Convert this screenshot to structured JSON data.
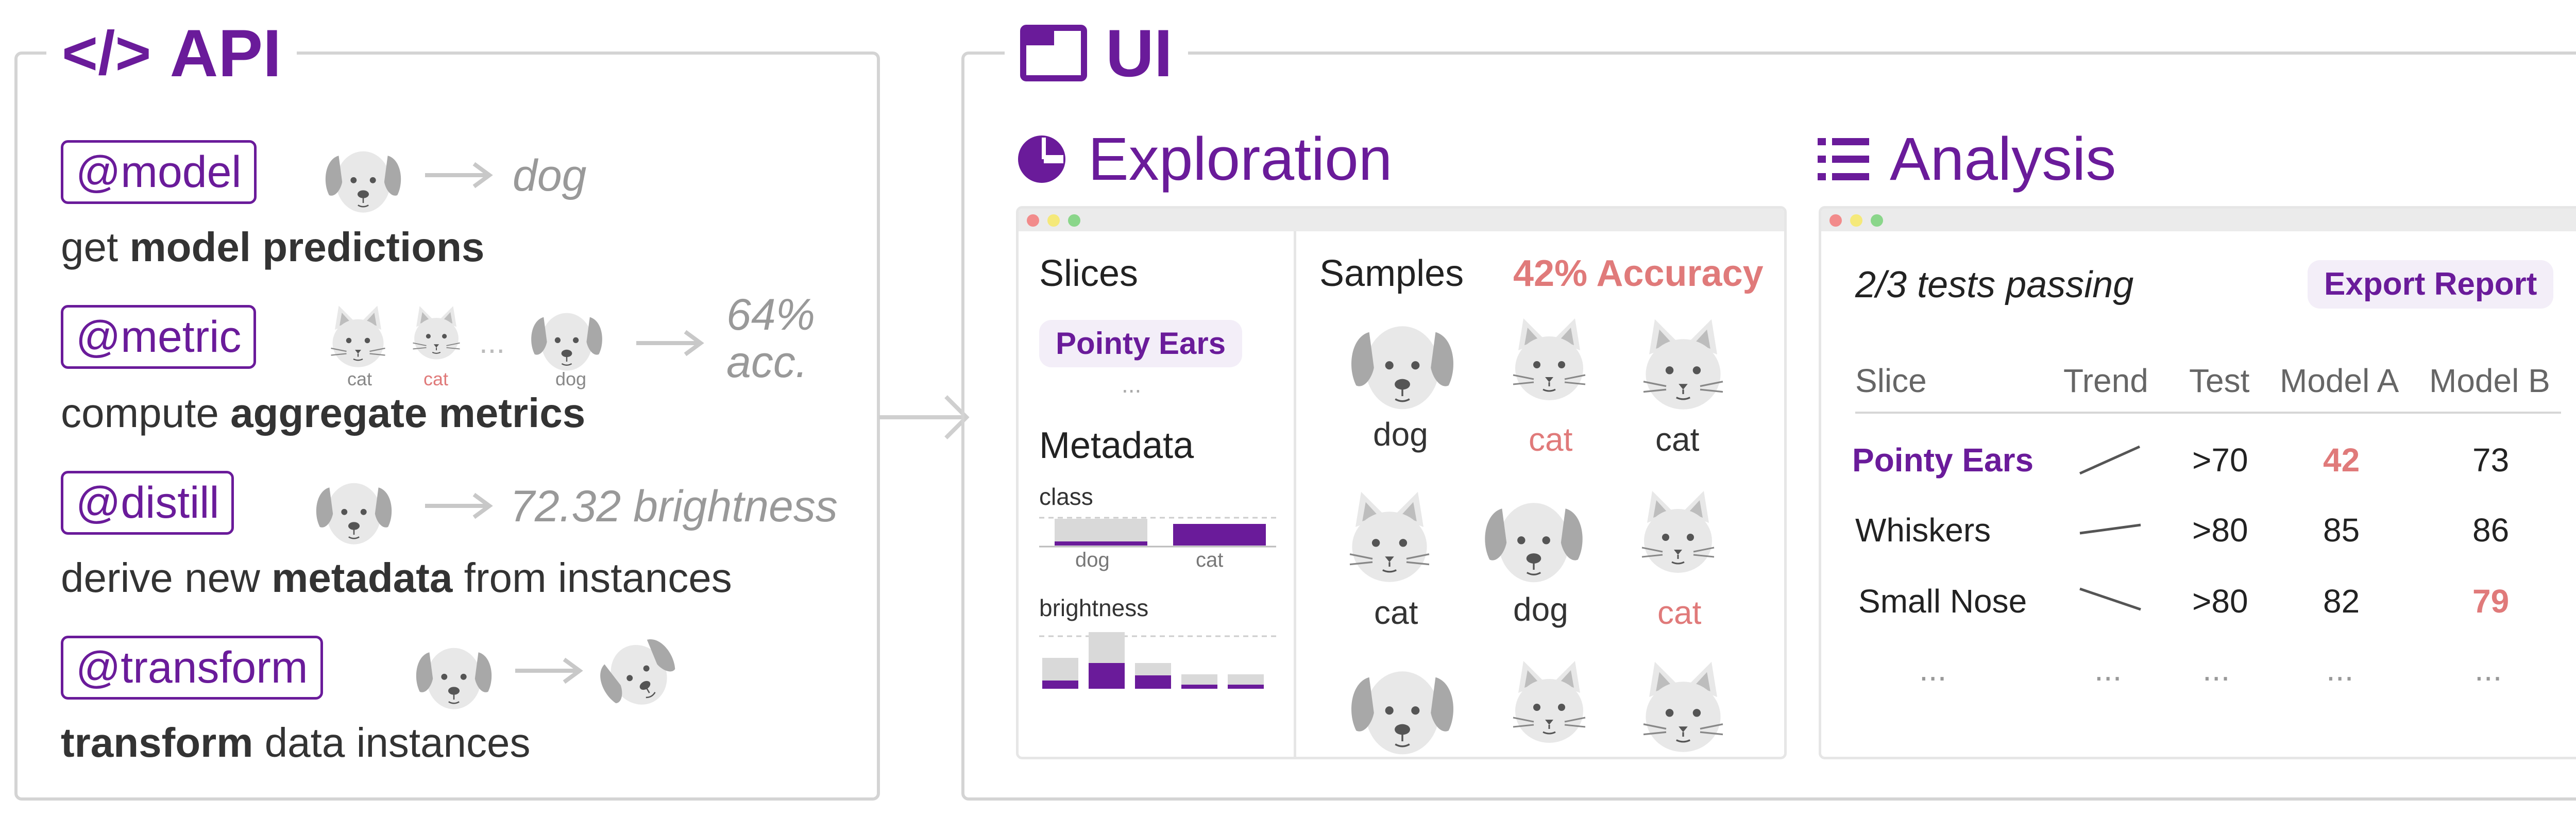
{
  "api": {
    "title": "API",
    "model": {
      "tag": "@model",
      "output": "dog",
      "desc_pre": "get ",
      "desc_bold": "model predictions"
    },
    "metric": {
      "tag": "@metric",
      "labels": [
        "cat",
        "cat",
        "dog"
      ],
      "ellipsis": "...",
      "output_line1": "64%",
      "output_line2": "acc.",
      "desc_pre": "compute ",
      "desc_bold": "aggregate metrics"
    },
    "distill": {
      "tag": "@distill",
      "output": "72.32 brightness",
      "desc_pre": "derive new ",
      "desc_bold": "metadata",
      "desc_post": " from instances"
    },
    "transform": {
      "tag": "@transform",
      "desc_bold": "transform",
      "desc_post": " data instances"
    }
  },
  "ui": {
    "title": "UI",
    "exploration": {
      "title": "Exploration",
      "slices_label": "Slices",
      "slice_pill": "Pointy Ears",
      "slices_more": "...",
      "metadata_label": "Metadata",
      "class_label": "class",
      "class_cats": [
        "dog",
        "cat"
      ],
      "brightness_label": "brightness",
      "samples_label": "Samples",
      "accuracy": "42% Accuracy",
      "sample_labels": [
        "dog",
        "cat",
        "cat",
        "cat",
        "dog",
        "cat"
      ]
    },
    "analysis": {
      "title": "Analysis",
      "status": "2/3 tests passing",
      "export": "Export Report",
      "headers": [
        "Slice",
        "Trend",
        "Test",
        "Model A",
        "Model B"
      ],
      "rows": [
        {
          "slice": "Pointy Ears",
          "test": ">70",
          "a": "42",
          "b": "73"
        },
        {
          "slice": "Whiskers",
          "test": ">80",
          "a": "85",
          "b": "86"
        },
        {
          "slice": "Small Nose",
          "test": ">80",
          "a": "82",
          "b": "79"
        }
      ],
      "more": [
        "...",
        "...",
        "...",
        "...",
        "..."
      ]
    }
  },
  "colors": {
    "purple": "#6a1b9a",
    "red": "#e07a7a",
    "gray": "#bdbdbd"
  }
}
